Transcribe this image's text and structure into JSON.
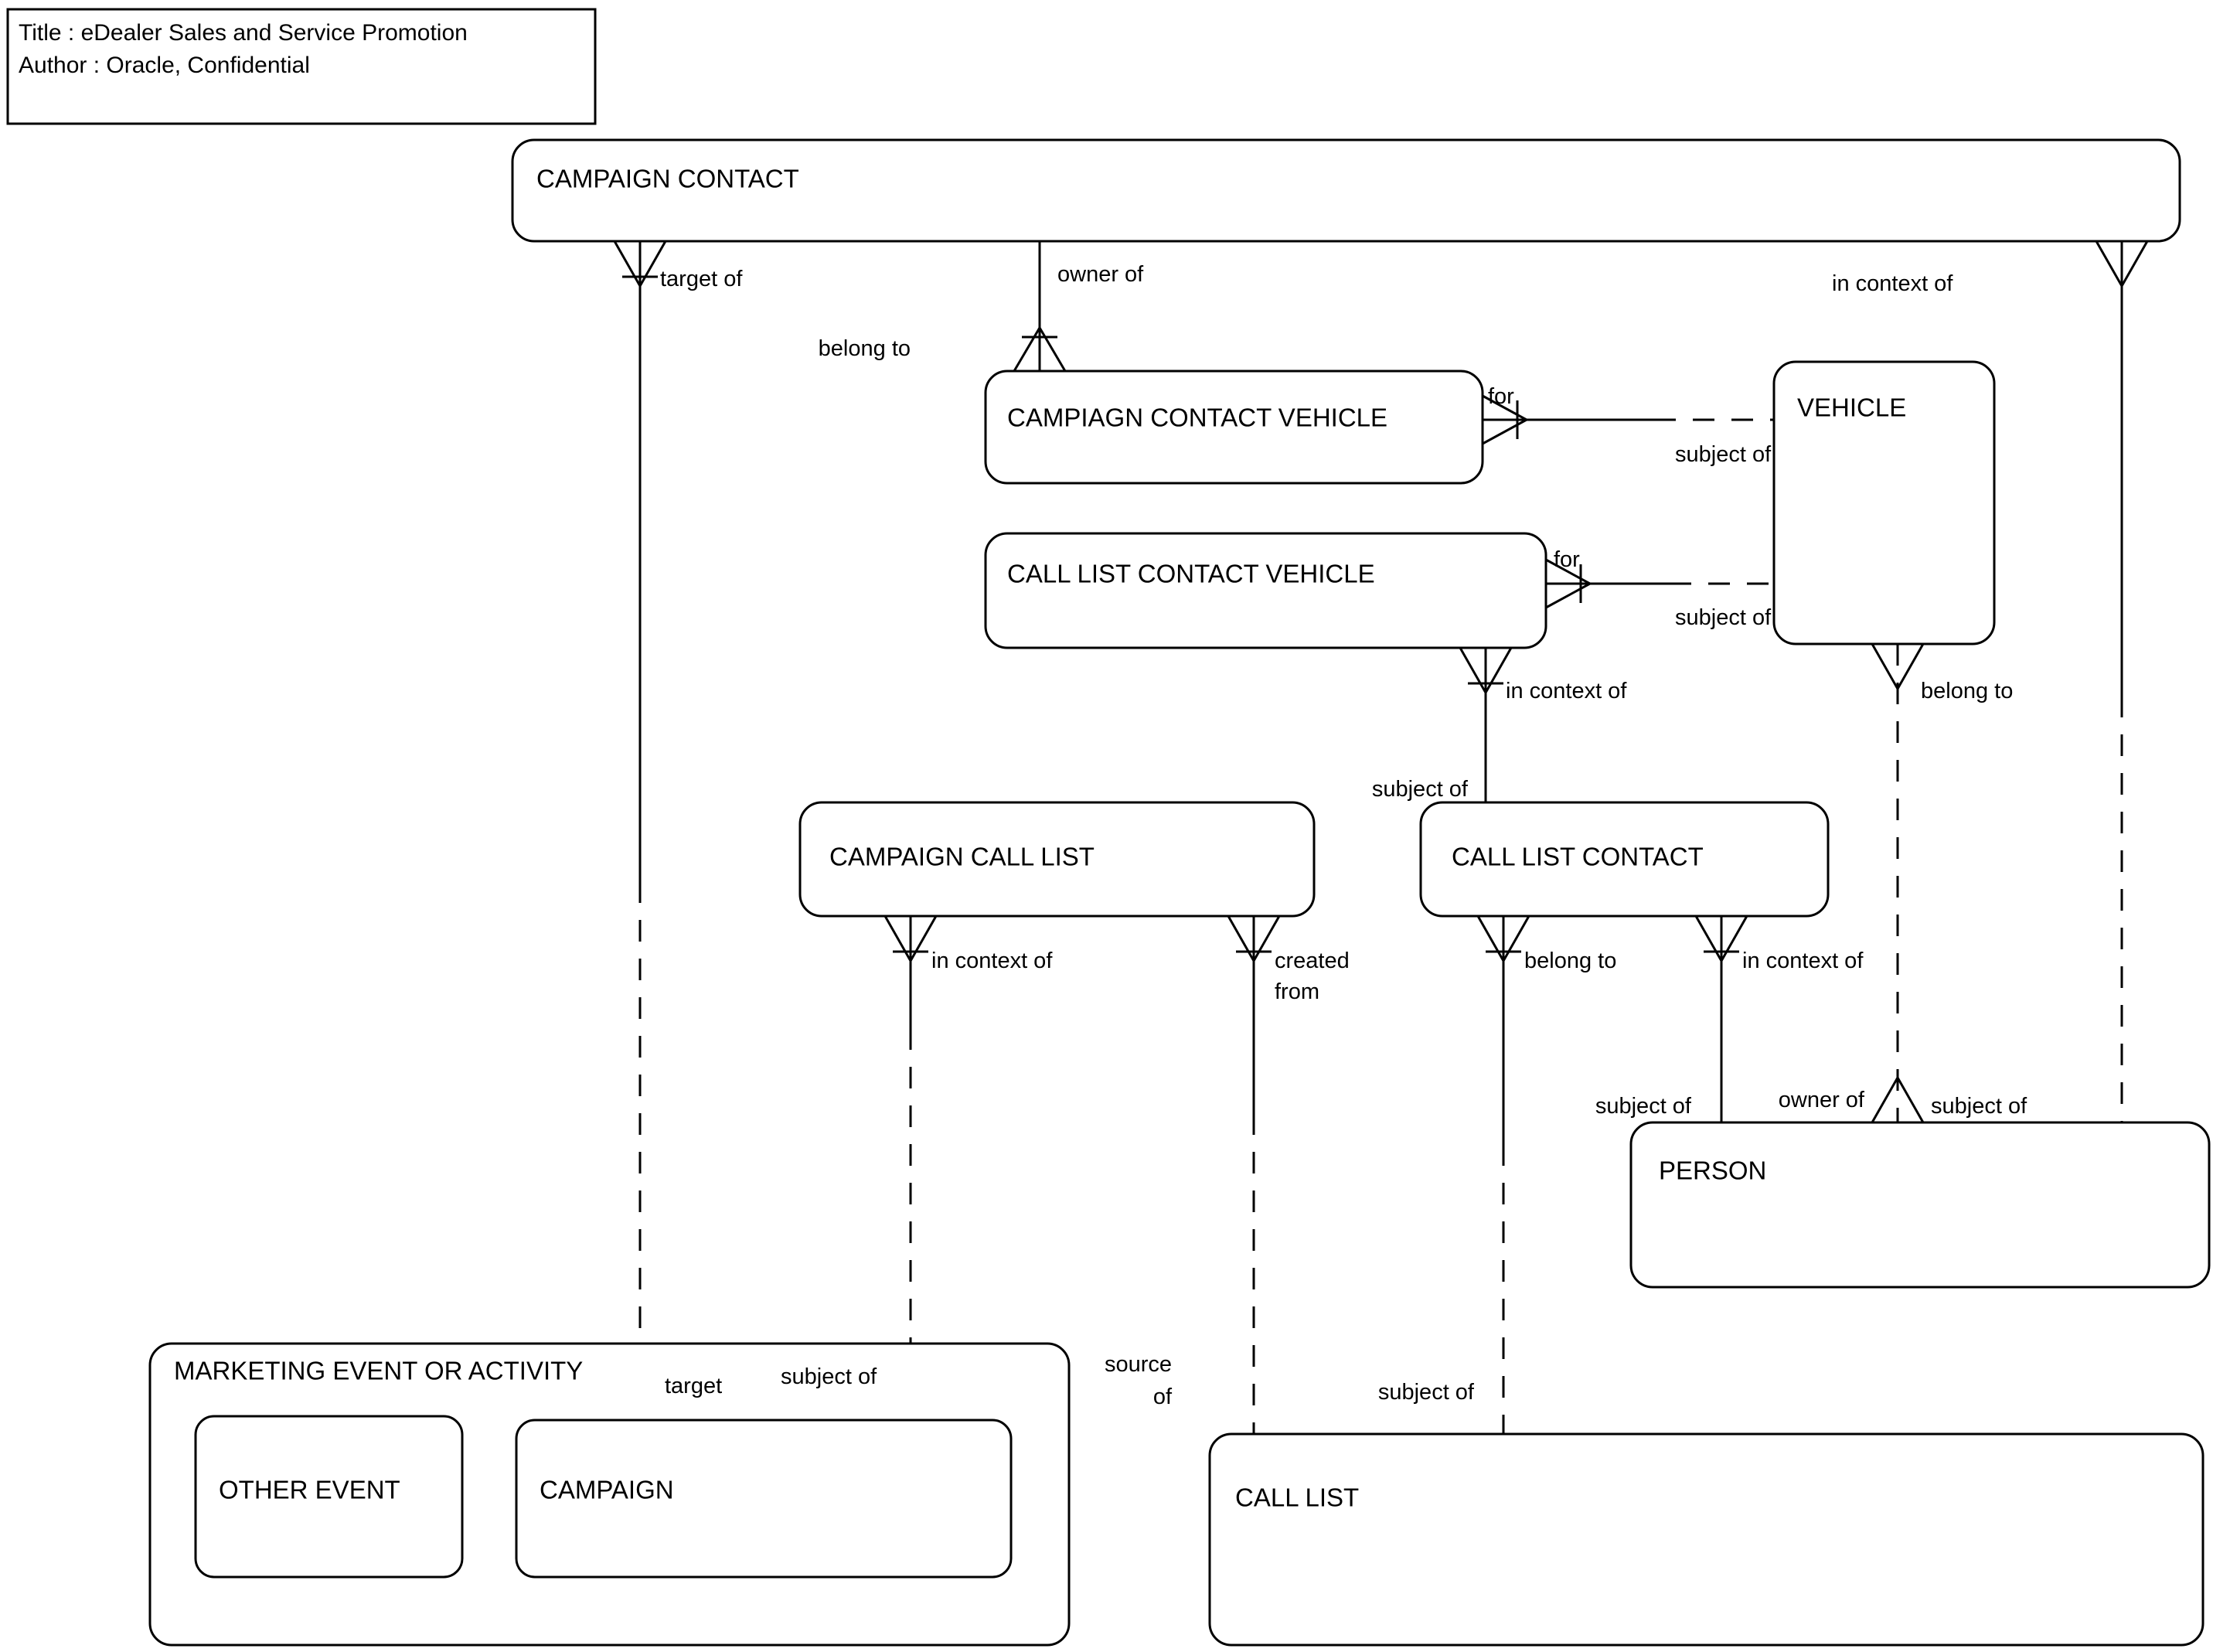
{
  "title_block": {
    "line1": "Title : eDealer Sales and Service Promotion",
    "line2": "Author : Oracle, Confidential"
  },
  "entities": {
    "campaign_contact": "CAMPAIGN CONTACT",
    "campiagn_contact_vehicle": "CAMPIAGN CONTACT VEHICLE",
    "vehicle": "VEHICLE",
    "call_list_contact_vehicle": "CALL LIST CONTACT VEHICLE",
    "campaign_call_list": "CAMPAIGN CALL LIST",
    "call_list_contact": "CALL LIST CONTACT",
    "person": "PERSON",
    "marketing_event_or_activity": "MARKETING EVENT OR ACTIVITY",
    "other_event": "OTHER EVENT",
    "campaign": "CAMPAIGN",
    "call_list": "CALL LIST"
  },
  "relationship_labels": {
    "target_of": "target of",
    "owner_of_cc": "owner of",
    "in_context_of_cc": "in context of",
    "belong_to_ccv": "belong to",
    "for_ccv": "for",
    "subject_of_ccv_vehicle": "subject of",
    "for_clcv": "for",
    "subject_of_clcv_vehicle": "subject of",
    "in_context_of_clcv": "in context of",
    "belong_to_vehicle": "belong to",
    "subject_of_clcv_clc": "subject of",
    "in_context_of_ccl": "in context of",
    "created_from_line1": "created",
    "created_from_line2": "from",
    "belong_to_clc": "belong to",
    "in_context_of_clc": "in context of",
    "subject_of_person_left": "subject of",
    "owner_of_person": "owner of",
    "subject_of_person_right": "subject of",
    "target_campaign": "target",
    "subject_of_campaign": "subject of",
    "source_of_line1": "source",
    "source_of_line2": "of",
    "subject_of_call_list": "subject of"
  },
  "colors": {
    "stroke": "#000000",
    "fill": "#ffffff"
  }
}
